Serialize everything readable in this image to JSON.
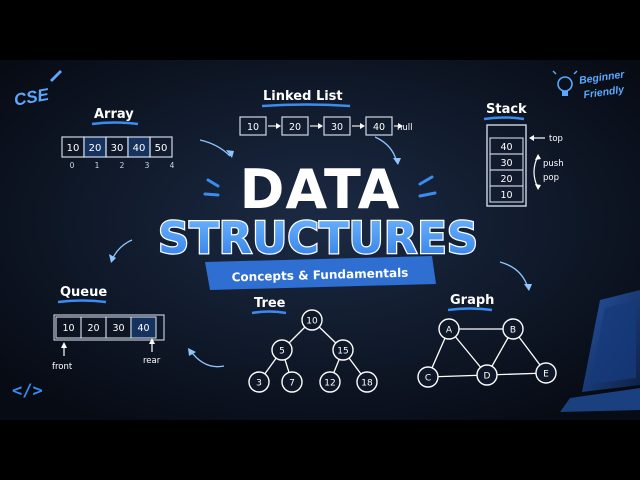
{
  "badges": {
    "cse": "CSE",
    "beginner_line1": "Beginner",
    "beginner_line2": "Friendly"
  },
  "title": {
    "line1": "DATA",
    "line2": "STRUCTURES",
    "ribbon": "Concepts & Fundamentals"
  },
  "array": {
    "label": "Array",
    "values": [
      "10",
      "20",
      "30",
      "40",
      "50"
    ],
    "indices": [
      "0",
      "1",
      "2",
      "3",
      "4"
    ]
  },
  "linked_list": {
    "label": "Linked List",
    "values": [
      "10",
      "20",
      "30",
      "40"
    ],
    "terminator": "null"
  },
  "stack": {
    "label": "Stack",
    "values": [
      "40",
      "30",
      "20",
      "10"
    ],
    "top_label": "top",
    "push_label": "push",
    "pop_label": "pop"
  },
  "queue": {
    "label": "Queue",
    "values": [
      "10",
      "20",
      "30",
      "40"
    ],
    "front_label": "front",
    "rear_label": "rear"
  },
  "tree": {
    "label": "Tree",
    "nodes": [
      "10",
      "5",
      "15",
      "3",
      "7",
      "12",
      "18"
    ]
  },
  "graph": {
    "label": "Graph",
    "nodes": [
      "A",
      "B",
      "C",
      "D",
      "E"
    ]
  },
  "code_icon": "</>",
  "colors": {
    "background": "#0a0f1a",
    "accent_blue": "#3b8cf0",
    "light_blue": "#8ec5ff",
    "white": "#ffffff"
  }
}
